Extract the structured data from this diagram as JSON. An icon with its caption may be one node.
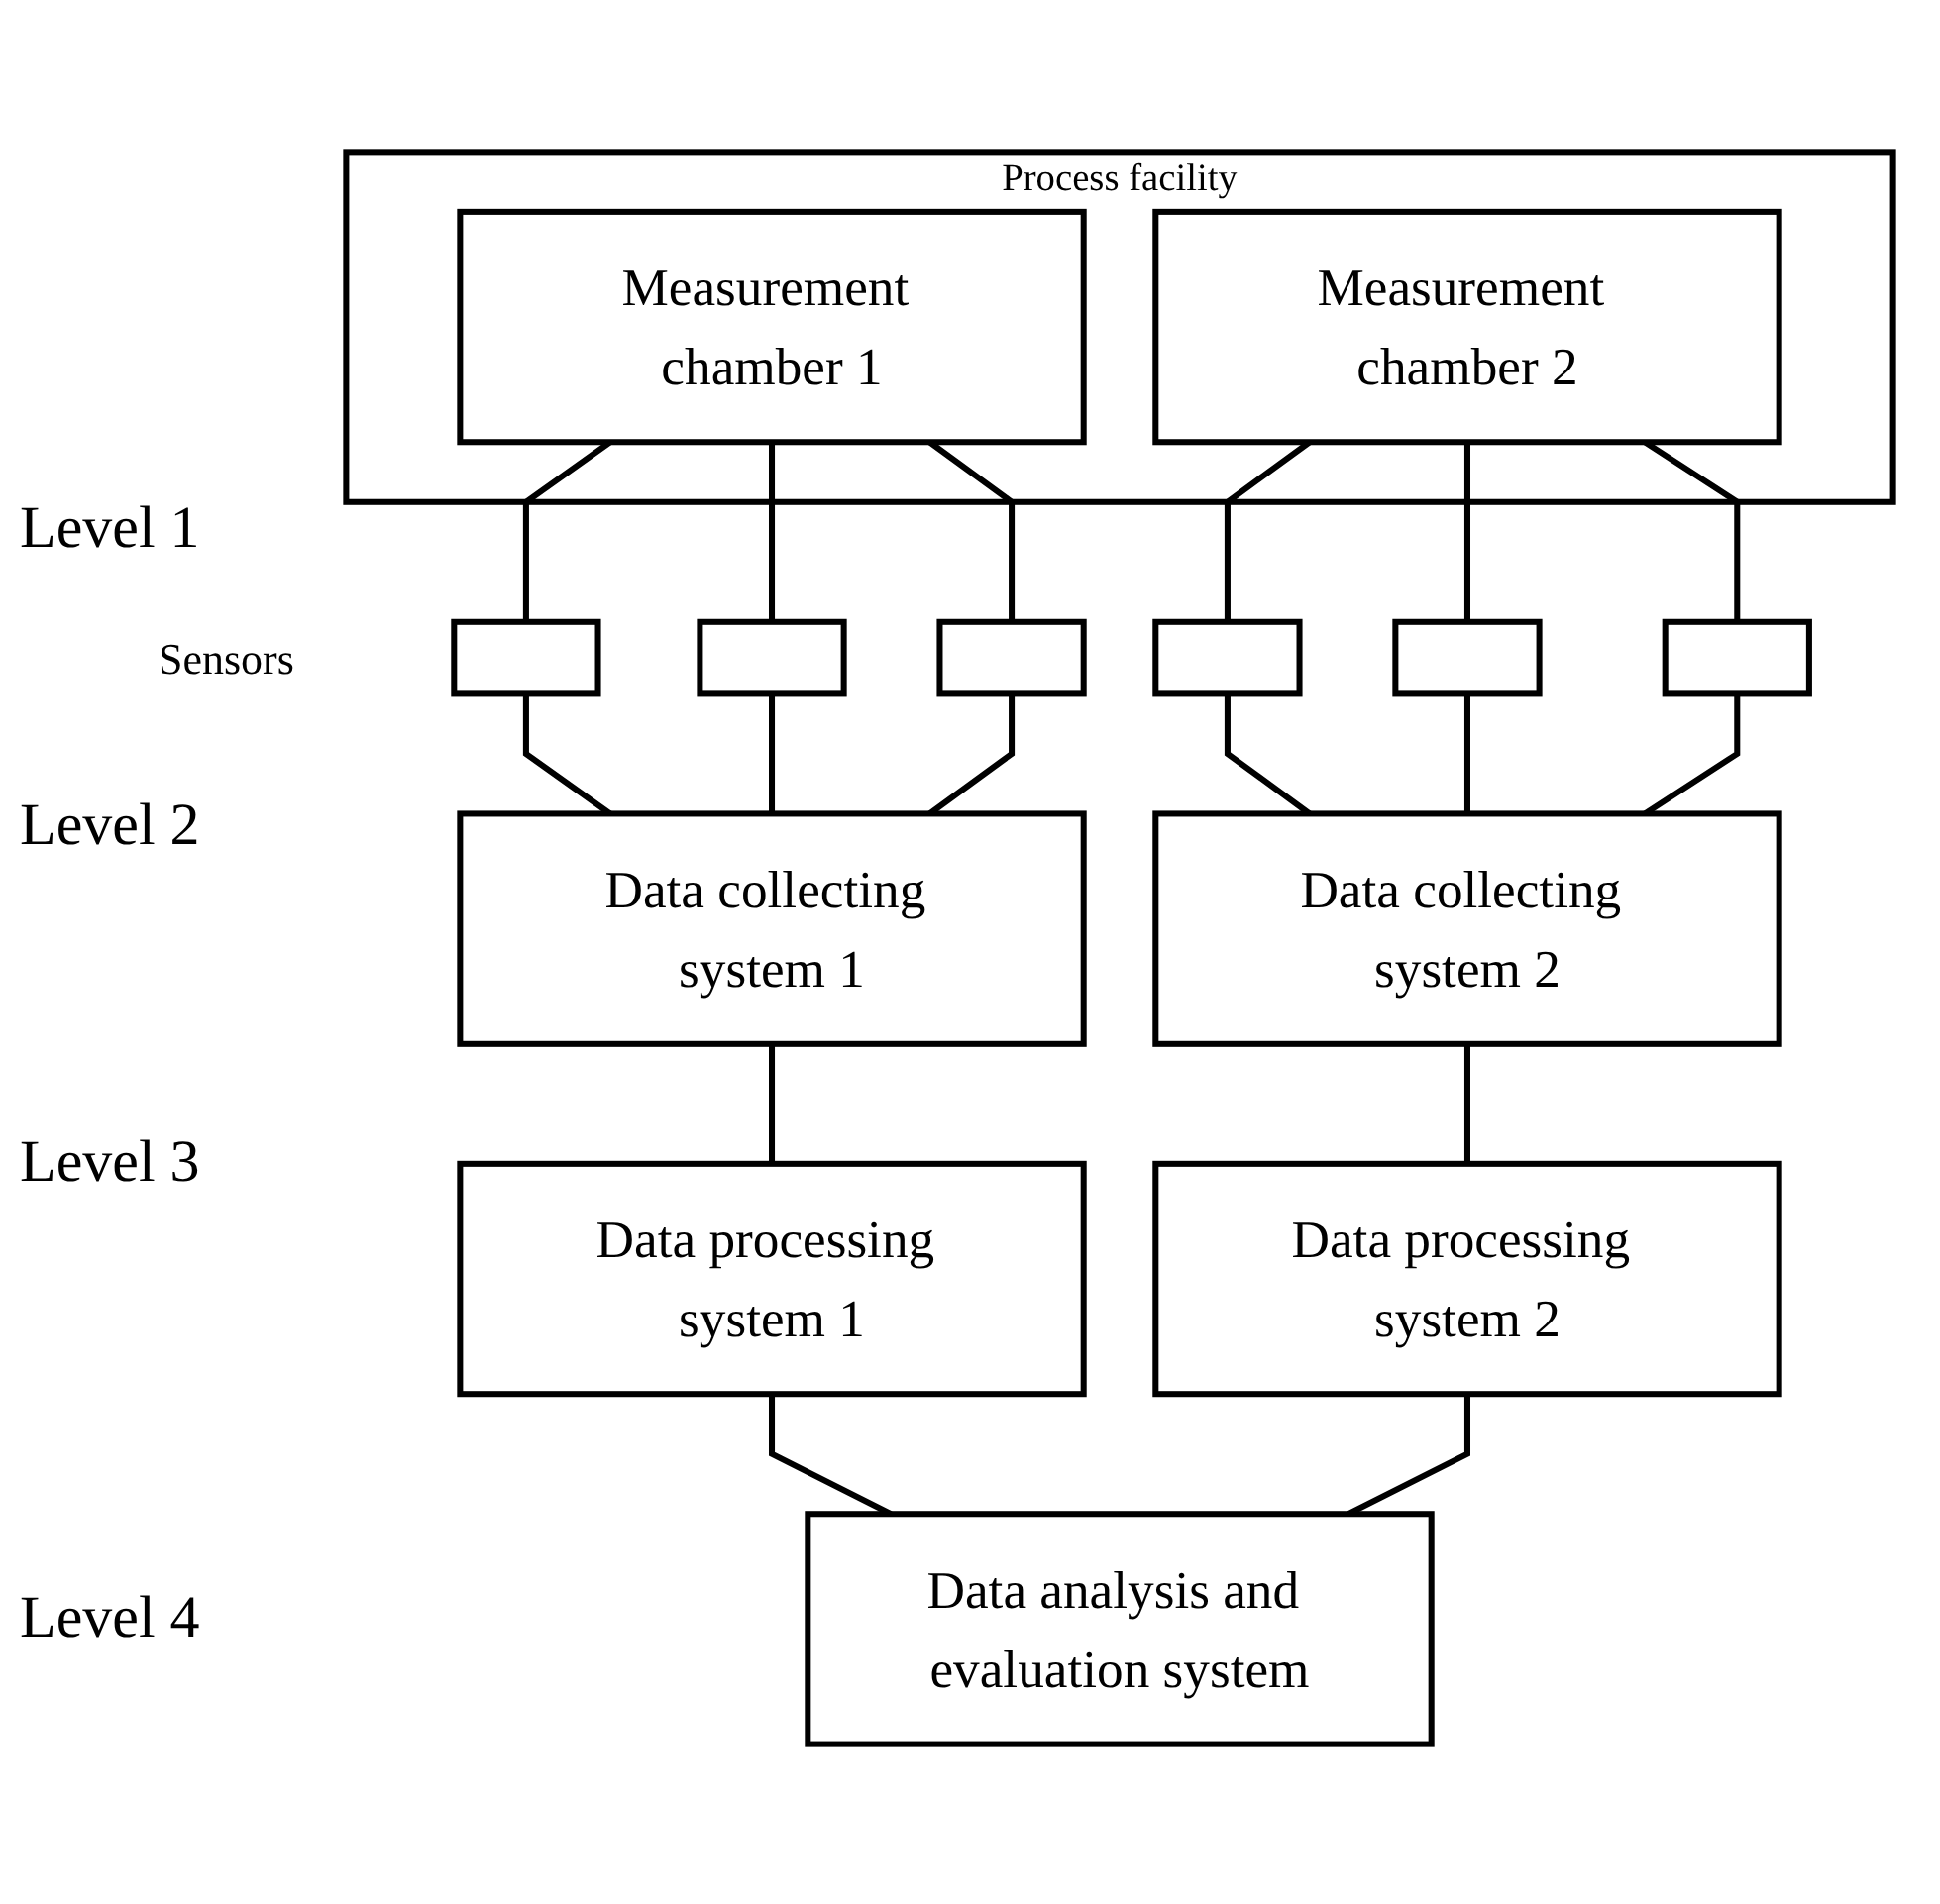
{
  "diagram": {
    "nodes": [
      {
        "text": [
          "Process facility"
        ]
      },
      {
        "text": [
          "Measurement chamber 1"
        ],
        "in": 0
      },
      {
        "text": [
          "Measurement chamber 2"
        ],
        "in": 0
      },
      {
        "text": [],
        "shape": "box"
      },
      {
        "text": [],
        "shape": "box"
      },
      {
        "text": [],
        "shape": "box"
      },
      {
        "text": [],
        "shape": "box"
      },
      {
        "text": [],
        "shape": "box"
      },
      {
        "text": [],
        "shape": "box"
      },
      {
        "text": [
          "Data collecting system 1"
        ]
      },
      {
        "text": [
          "Data collecting system 2"
        ]
      },
      {
        "text": [
          "Data processing system 1"
        ]
      },
      {
        "text": [
          "Data processing system 2"
        ]
      },
      {
        "text": [
          "Data analysis and evaluation system"
        ]
      }
    ],
    "edges": [
      {
        "from": 1,
        "to": 3,
        "arrow": "none"
      },
      {
        "from": 1,
        "to": 4,
        "arrow": "none"
      },
      {
        "from": 1,
        "to": 5,
        "arrow": "none"
      },
      {
        "from": 2,
        "to": 6,
        "arrow": "none"
      },
      {
        "from": 2,
        "to": 7,
        "arrow": "none"
      },
      {
        "from": 2,
        "to": 8,
        "arrow": "none"
      },
      {
        "from": 3,
        "to": 9,
        "arrow": "none"
      },
      {
        "from": 4,
        "to": 9,
        "arrow": "none"
      },
      {
        "from": 5,
        "to": 9,
        "arrow": "none"
      },
      {
        "from": 6,
        "to": 10,
        "arrow": "none"
      },
      {
        "from": 7,
        "to": 10,
        "arrow": "none"
      },
      {
        "from": 8,
        "to": 10,
        "arrow": "none"
      },
      {
        "from": 9,
        "to": 11,
        "arrow": "none"
      },
      {
        "from": 10,
        "to": 12,
        "arrow": "none"
      },
      {
        "from": 11,
        "to": 13,
        "arrow": "none"
      },
      {
        "from": 12,
        "to": 13,
        "arrow": "none"
      }
    ],
    "labels": [
      "Level 1",
      "Sensors",
      "Level 2",
      "Level 3",
      "Level 4"
    ]
  }
}
